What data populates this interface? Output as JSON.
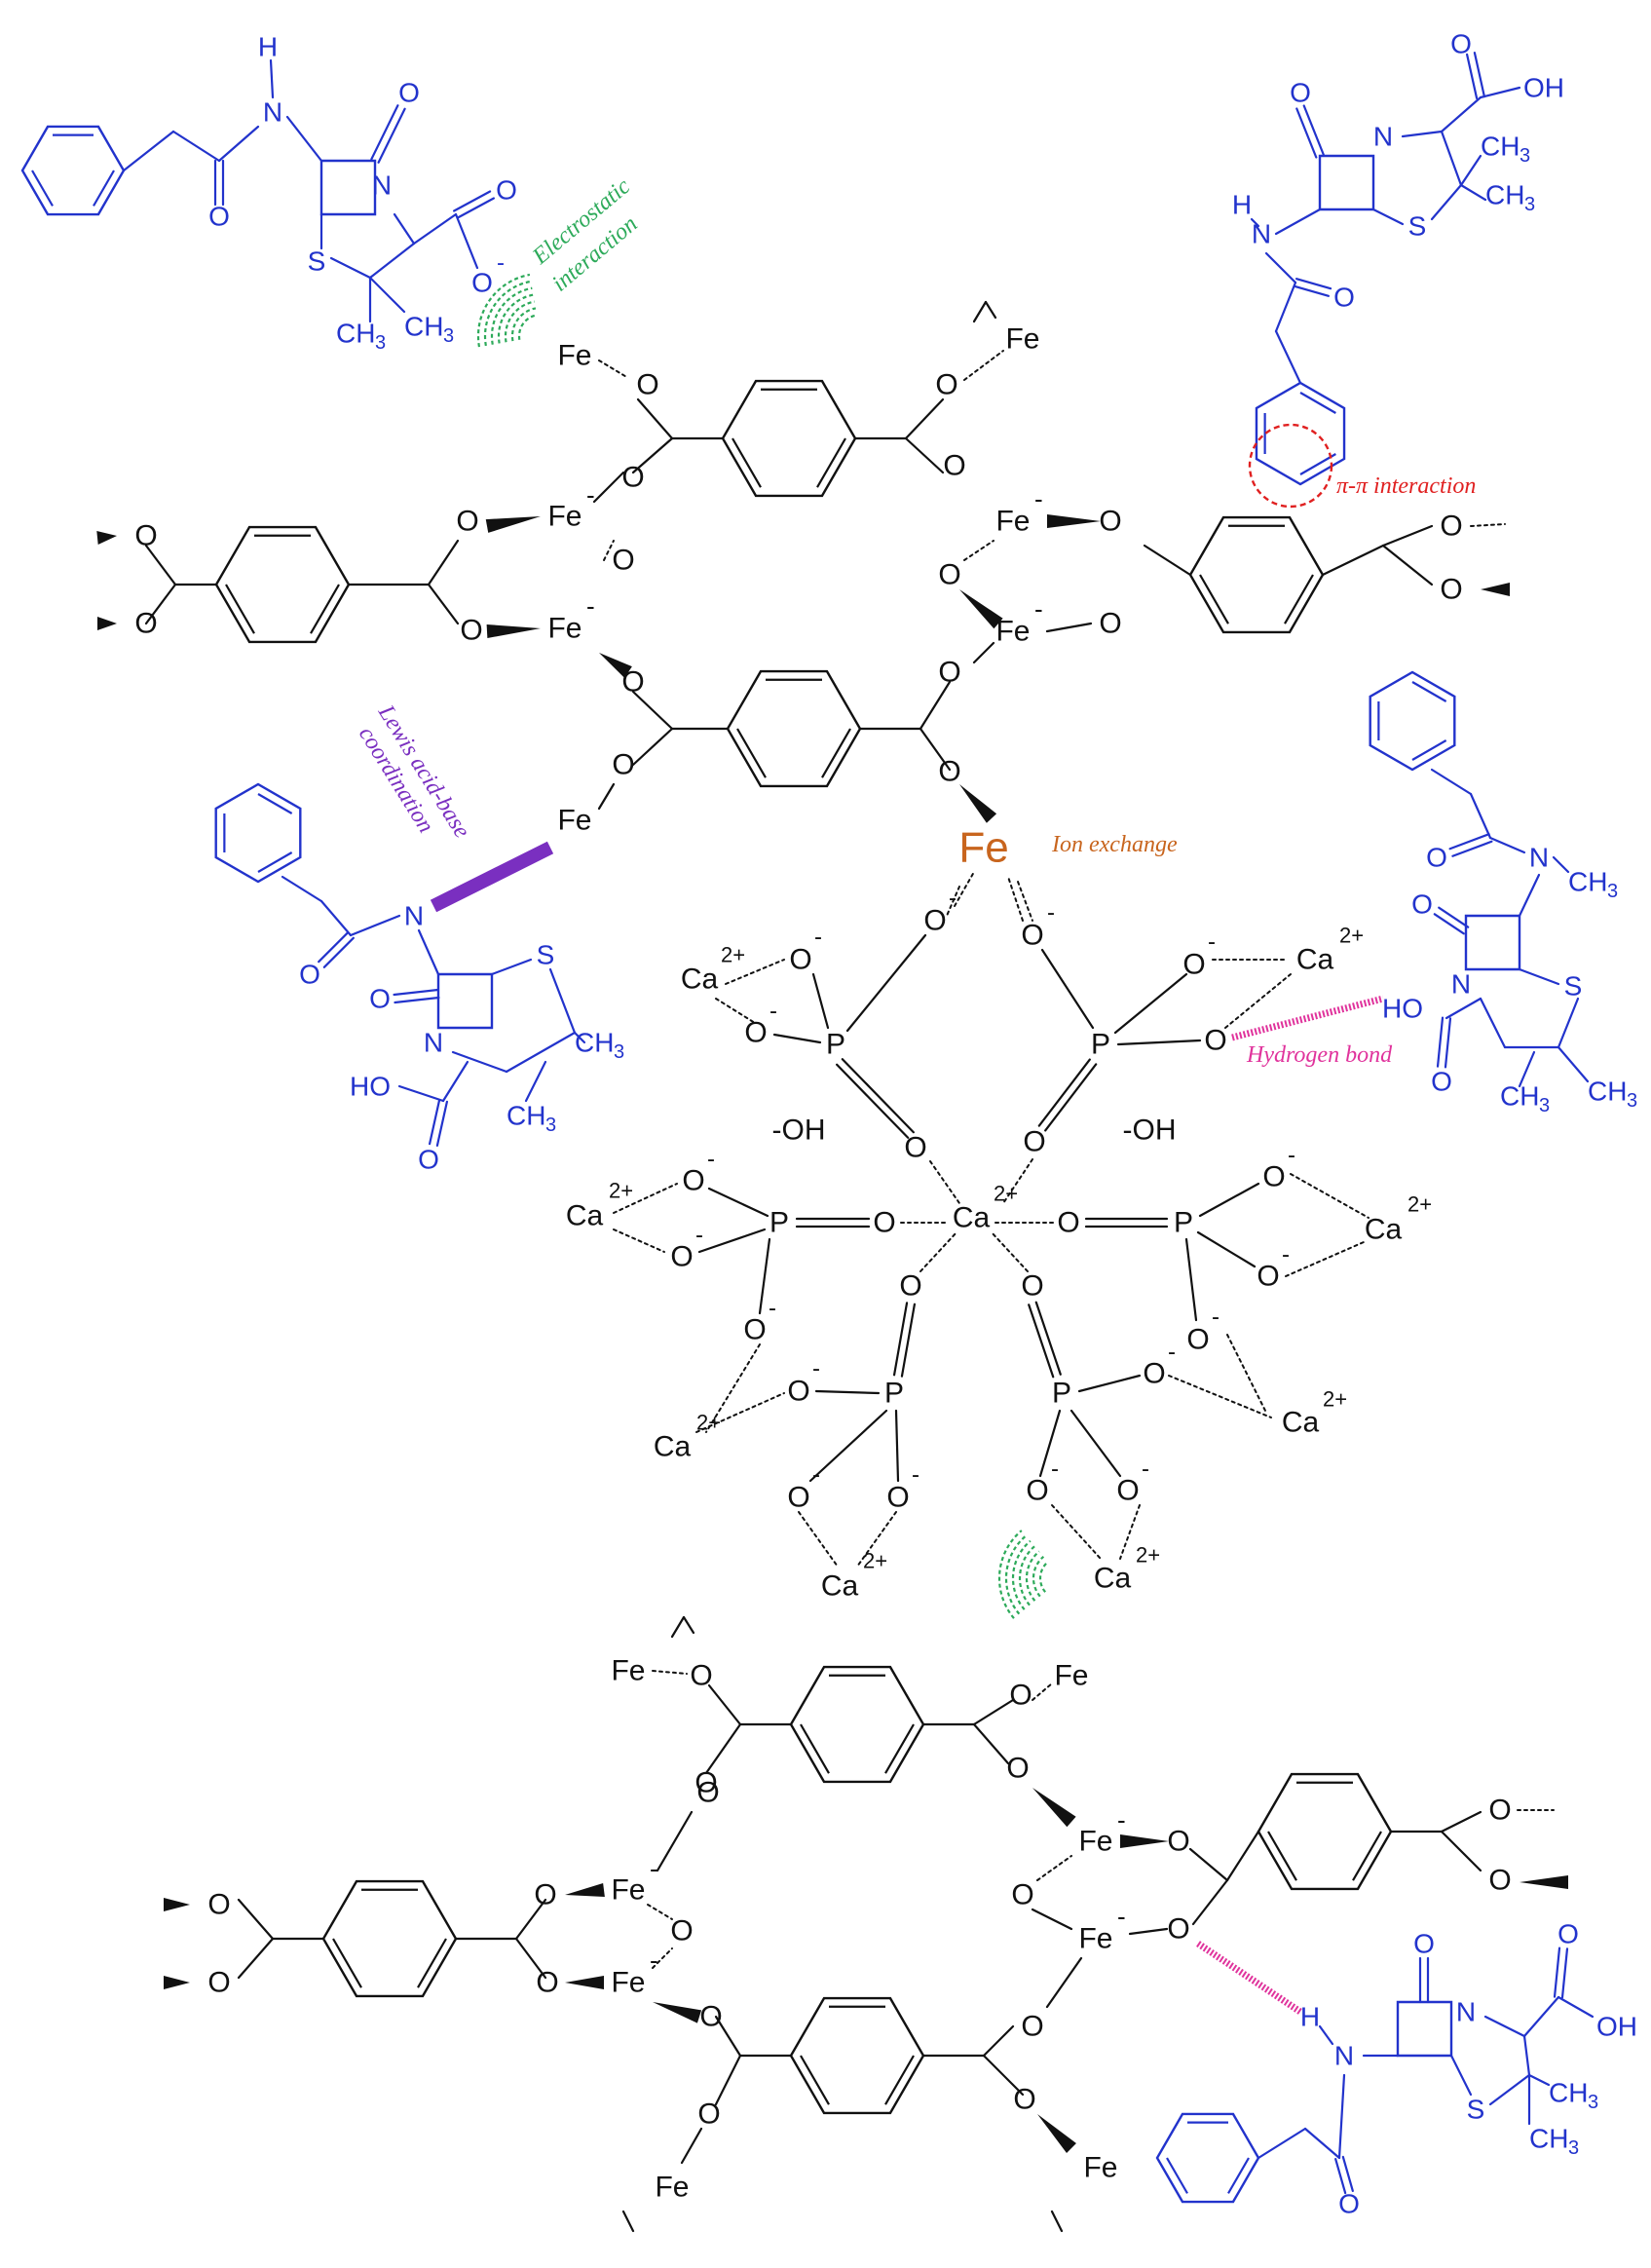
{
  "colors": {
    "framework": "#111111",
    "drug": "#2233cc",
    "electrostatic": "#2daa5a",
    "pi_pi": "#e02020",
    "lewis": "#7a2fc0",
    "ion_exchange": "#c8651e",
    "hbond": "#e0339c"
  },
  "interaction_labels": {
    "electrostatic_1": "Electrostatic",
    "electrostatic_2": "interaction",
    "pi_pi": "π-π interaction",
    "lewis_1": "Lewis acid-base",
    "lewis_2": "coordination",
    "ion_exchange": "Ion exchange",
    "hbond": "Hydrogen bond"
  },
  "atoms": {
    "fe": "Fe",
    "o": "O",
    "ca": "Ca",
    "p": "P",
    "s": "S",
    "n": "N",
    "h": "H",
    "oh": "OH",
    "ho": "HO",
    "ch3": "CH3",
    "minus": "-",
    "charge_2plus": "2+",
    "hydroxide": "-OH",
    "fe_large": "Fe"
  }
}
